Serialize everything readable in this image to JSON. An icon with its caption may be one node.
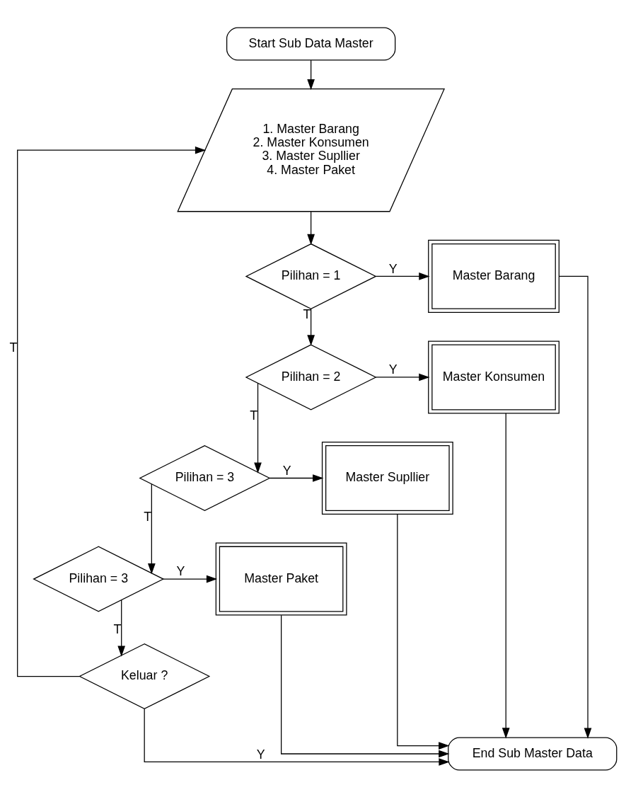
{
  "diagram": {
    "nodes": [
      {
        "text": [
          "Start Sub Data Master"
        ]
      },
      {
        "text": [
          "1. Master Barang",
          "2. Master Konsumen",
          "3. Master Supllier",
          "4. Master Paket"
        ]
      },
      {
        "text": [
          "Pilihan = 1"
        ]
      },
      {
        "text": [
          "Master Barang"
        ]
      },
      {
        "text": [
          "Pilihan = 2"
        ]
      },
      {
        "text": [
          "Master Konsumen"
        ]
      },
      {
        "text": [
          "Pilihan = 3"
        ]
      },
      {
        "text": [
          "Master Supllier"
        ]
      },
      {
        "text": [
          "Pilihan = 3"
        ]
      },
      {
        "text": [
          "Master Paket"
        ]
      },
      {
        "text": [
          "Keluar ?"
        ]
      },
      {
        "text": [
          "End Sub Master Data"
        ]
      }
    ],
    "edges": [
      {
        "from": 0,
        "to": 1,
        "arrow": "to"
      },
      {
        "from": 1,
        "to": 2,
        "arrow": "to"
      },
      {
        "from": 2,
        "to": 3,
        "arrow": "to",
        "label": "Y"
      },
      {
        "from": 2,
        "to": 4,
        "arrow": "to",
        "label": "T"
      },
      {
        "from": 4,
        "to": 5,
        "arrow": "to",
        "label": "Y"
      },
      {
        "from": 4,
        "to": 6,
        "arrow": "to",
        "label": "T"
      },
      {
        "from": 6,
        "to": 7,
        "arrow": "to",
        "label": "Y"
      },
      {
        "from": 6,
        "to": 8,
        "arrow": "to",
        "label": "T"
      },
      {
        "from": 8,
        "to": 9,
        "arrow": "to",
        "label": "Y"
      },
      {
        "from": 8,
        "to": 10,
        "arrow": "to",
        "label": "T"
      },
      {
        "from": 10,
        "to": 1,
        "arrow": "to",
        "label": "T"
      },
      {
        "from": 10,
        "to": 11,
        "arrow": "to",
        "label": "Y"
      },
      {
        "from": 3,
        "to": 11,
        "arrow": "to"
      },
      {
        "from": 5,
        "to": 11,
        "arrow": "to"
      },
      {
        "from": 7,
        "to": 11,
        "arrow": "to"
      },
      {
        "from": 9,
        "to": 11,
        "arrow": "to"
      }
    ]
  }
}
